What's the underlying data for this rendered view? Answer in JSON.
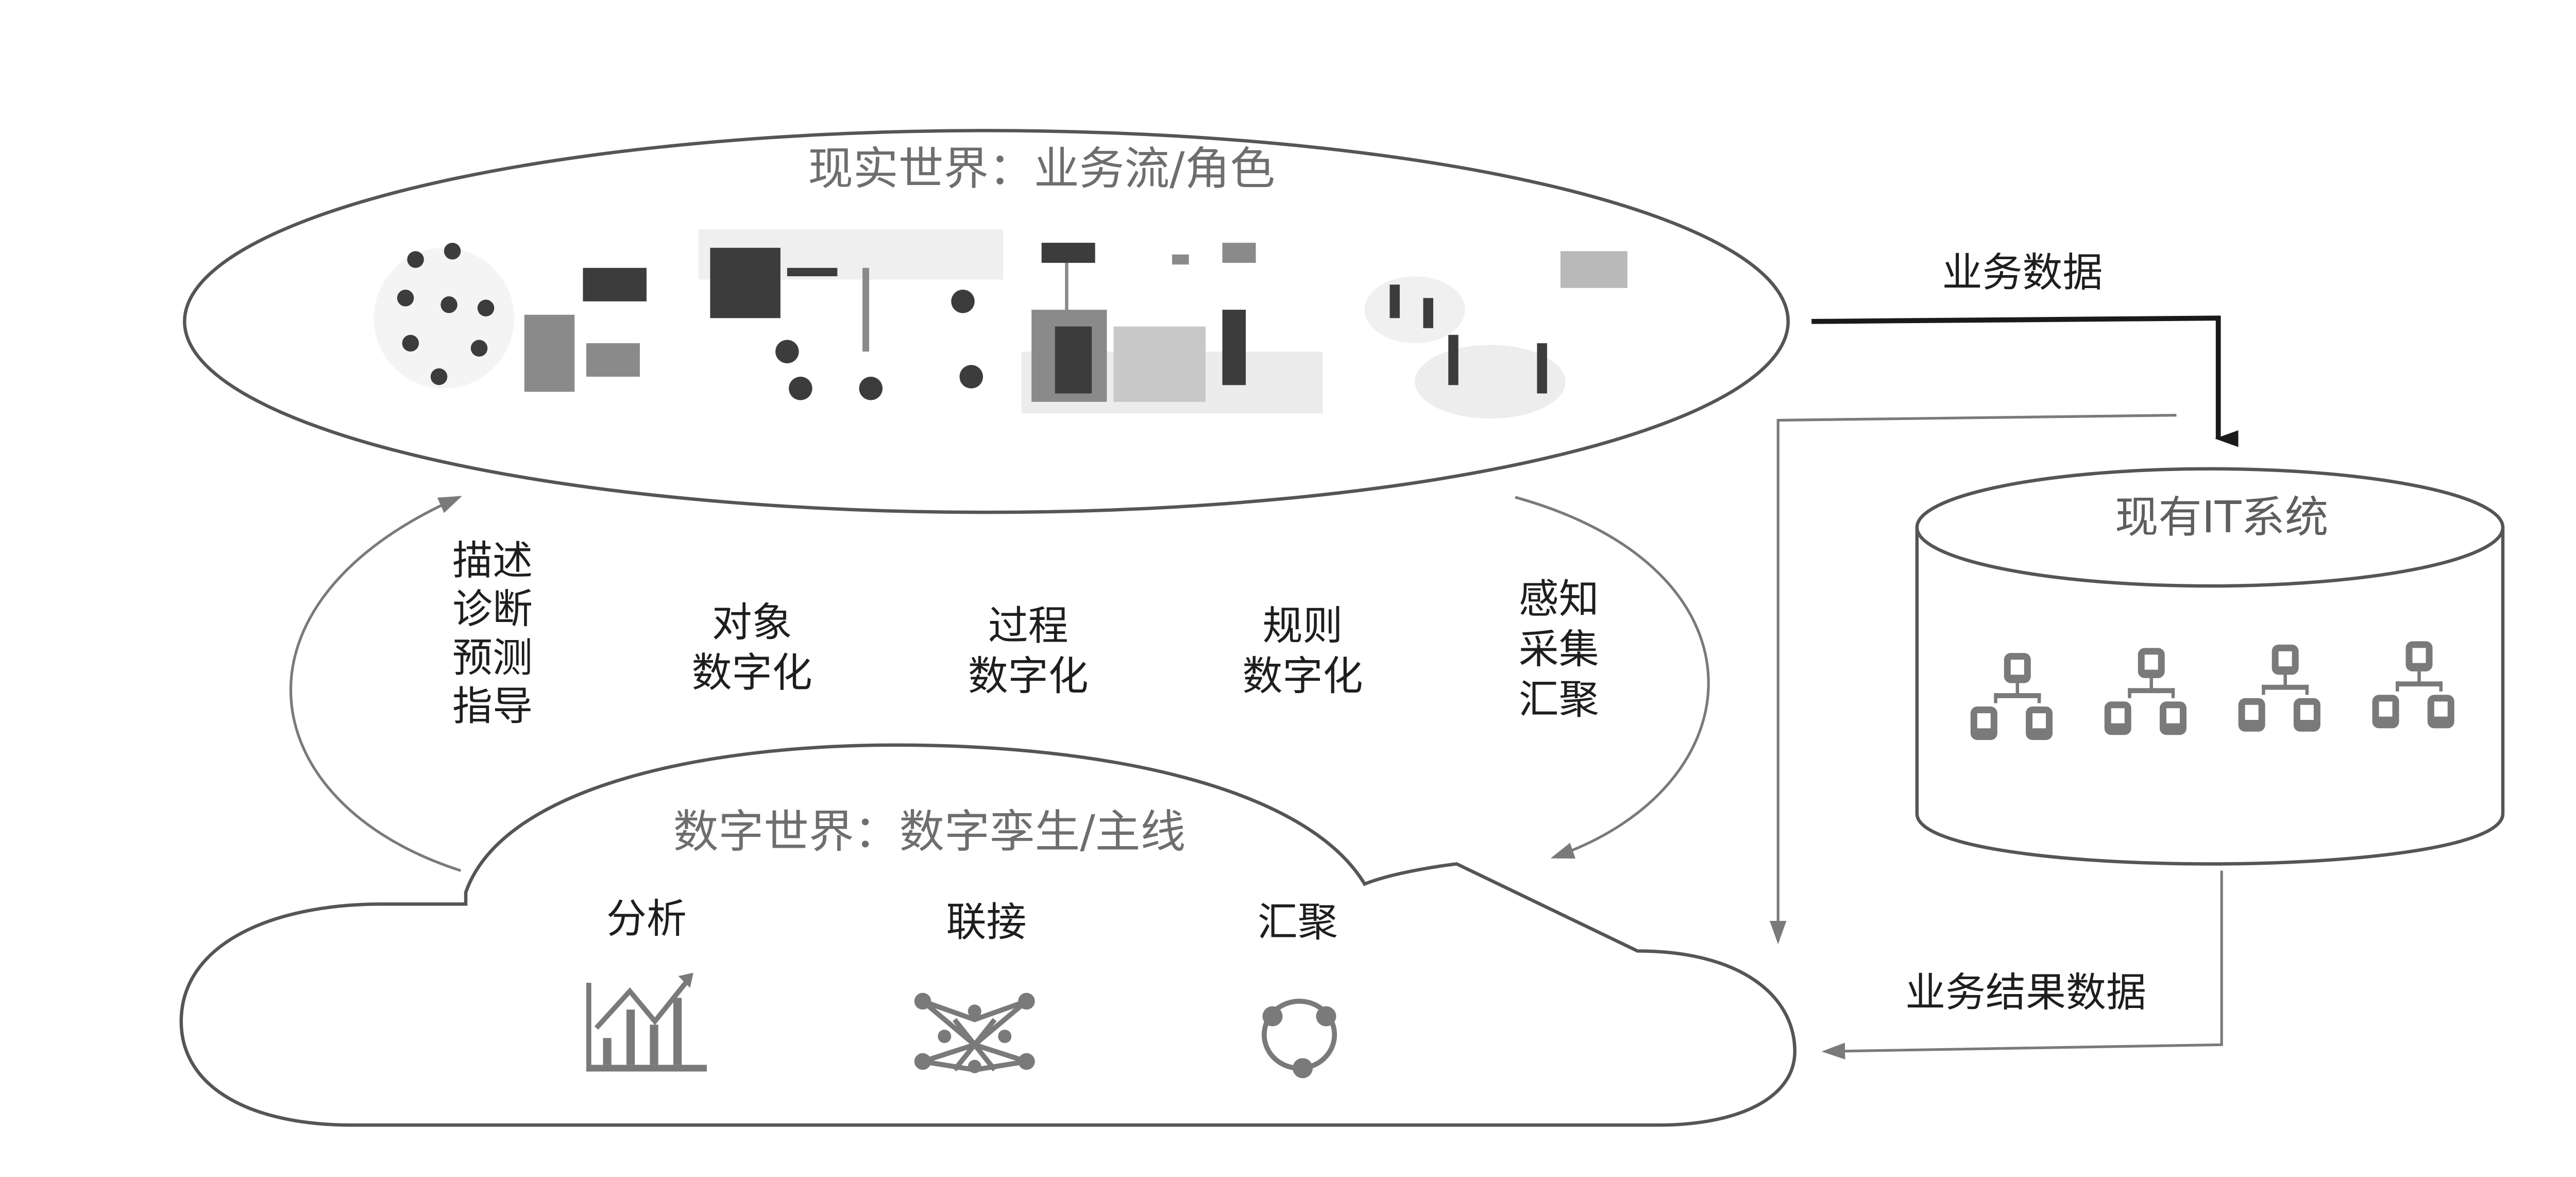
{
  "real_world": {
    "title": "现实世界：业务流/角色",
    "image_strip": "industrial-scenes-photo-strip"
  },
  "loop_labels": {
    "left": [
      "描述",
      "诊断",
      "预测",
      "指导"
    ],
    "object": [
      "对象",
      "数字化"
    ],
    "process": [
      "过程",
      "数字化"
    ],
    "rule": [
      "规则",
      "数字化"
    ],
    "right": [
      "感知",
      "采集",
      "汇聚"
    ]
  },
  "digital_world": {
    "title": "数字世界：数字孪生/主线",
    "capabilities": [
      {
        "label": "分析",
        "icon": "analytics-chart-icon"
      },
      {
        "label": "联接",
        "icon": "connection-network-icon"
      },
      {
        "label": "汇聚",
        "icon": "aggregation-ring-icon"
      }
    ]
  },
  "it_system": {
    "title": "现有IT系统",
    "network_groups": 4
  },
  "flows": {
    "business_data": "业务数据",
    "business_result_data": "业务结果数据"
  },
  "colors": {
    "outline": "#555555",
    "arrow_black": "#1a1a1a",
    "arrow_grey": "#7a7a7a",
    "title_grey": "#6e6e6e",
    "label_dark": "#1e1e1e"
  }
}
